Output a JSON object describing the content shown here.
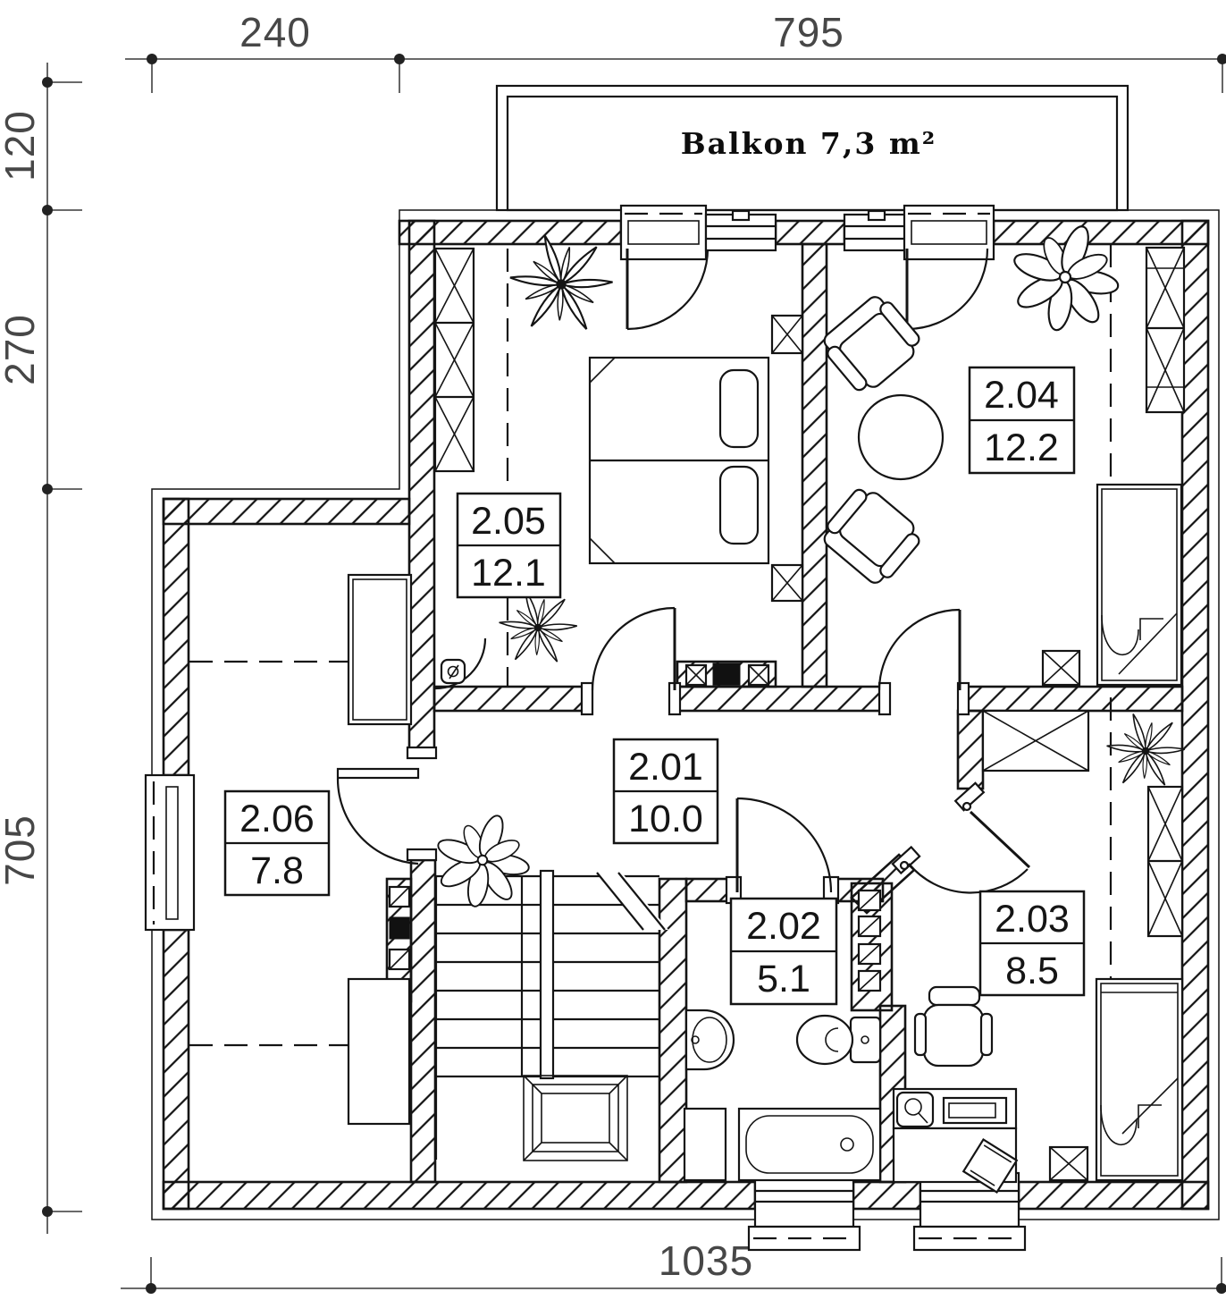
{
  "drawing": {
    "title": "floor-plan",
    "balcony_label": "Balkon 7,3 m²",
    "rooms": [
      {
        "id": "2.01",
        "area": "10.0"
      },
      {
        "id": "2.02",
        "area": "5.1"
      },
      {
        "id": "2.03",
        "area": "8.5"
      },
      {
        "id": "2.04",
        "area": "12.2"
      },
      {
        "id": "2.05",
        "area": "12.1"
      },
      {
        "id": "2.06",
        "area": "7.8"
      }
    ],
    "dimensions": {
      "top": [
        "240",
        "795"
      ],
      "left": [
        "120",
        "270",
        "705"
      ],
      "bottom": [
        "1035"
      ]
    },
    "colors": {
      "line": "#141414",
      "dimension": "#474747",
      "background": "#ffffff"
    }
  }
}
